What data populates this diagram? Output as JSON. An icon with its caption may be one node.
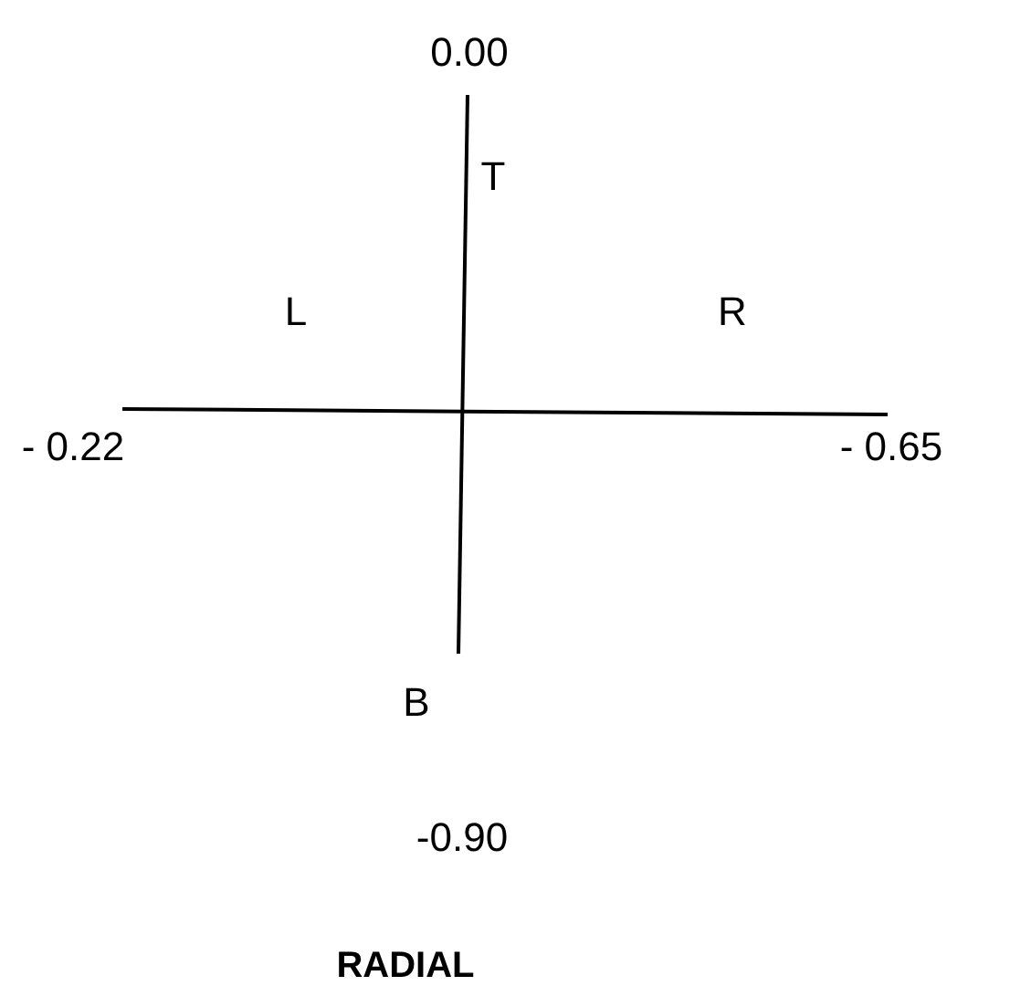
{
  "diagram": {
    "title": "RADIAL",
    "labels": [
      "0.00",
      "T",
      "L",
      "R",
      "- 0.22",
      "- 0.65",
      "B",
      "-0.90"
    ]
  }
}
